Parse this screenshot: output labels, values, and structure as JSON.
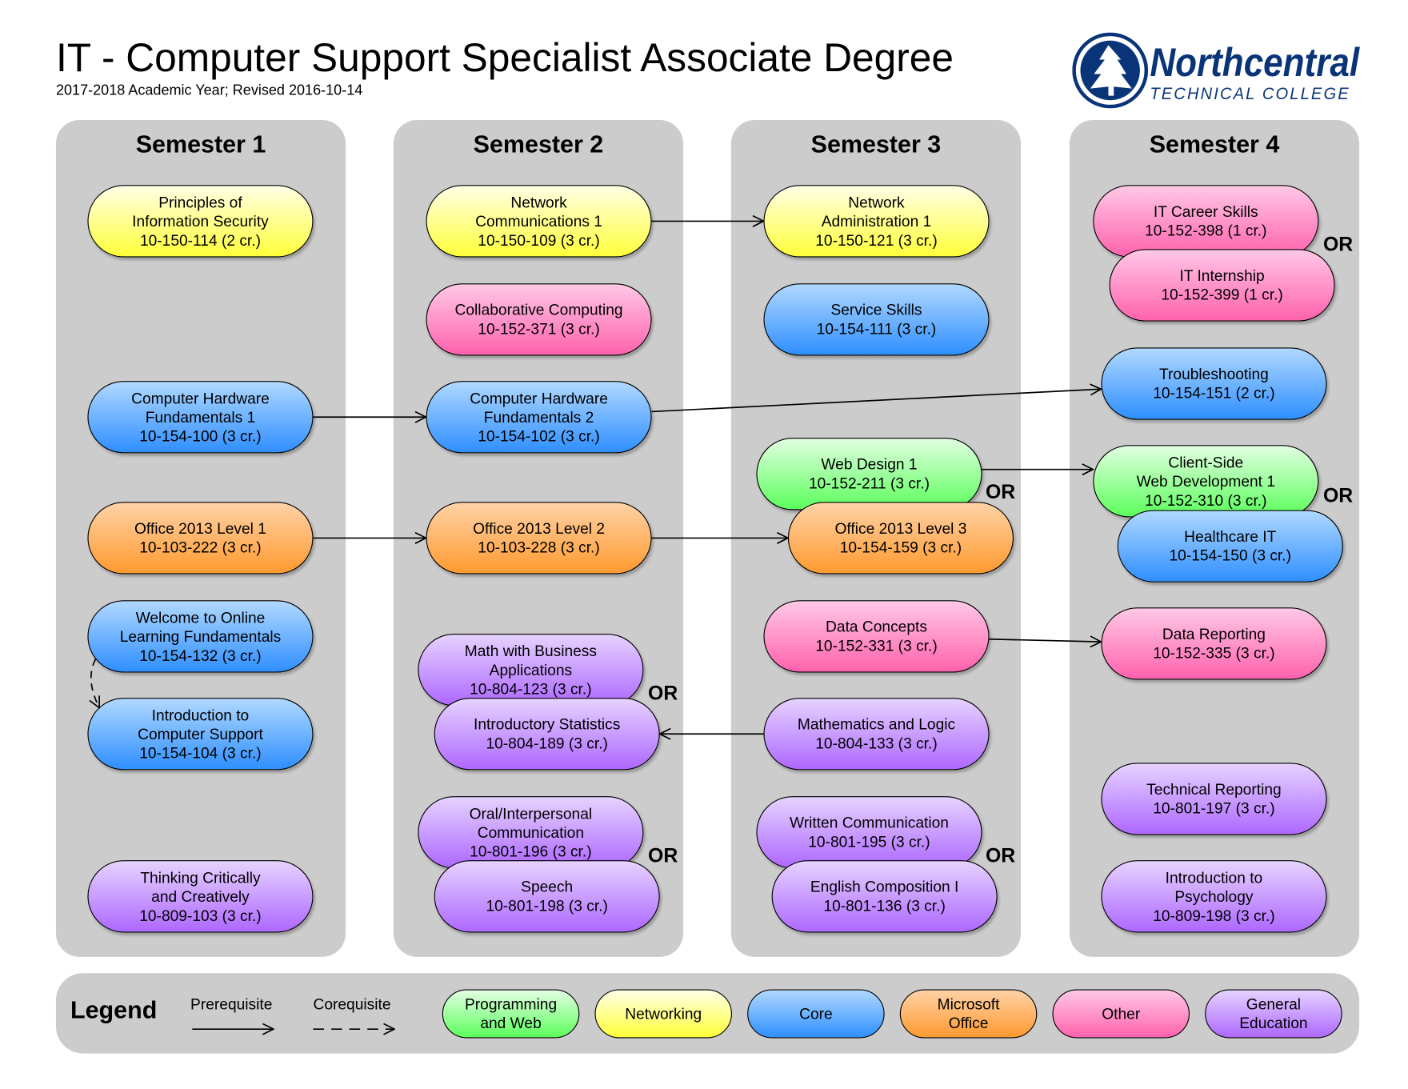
{
  "header": {
    "title": "IT - Computer Support Specialist Associate Degree",
    "subtitle": "2017-2018 Academic Year; Revised 2016-10-14",
    "logo_text": "Northcentral",
    "logo_subtext": "TECHNICAL COLLEGE"
  },
  "colors": {
    "programming": "#66ff66",
    "networking": "#ffff40",
    "core": "#3399ff",
    "office": "#ff9933",
    "other": "#ff66aa",
    "general": "#b070ff",
    "brand": "#0a3478"
  },
  "semesters": [
    {
      "label": "Semester 1",
      "courses": [
        {
          "text": "Principles of\nInformation Security\n10-150-114 (2 cr.)",
          "cat": "yellow"
        },
        {
          "text": "Computer Hardware\nFundamentals 1\n10-154-100 (3 cr.)",
          "cat": "blue"
        },
        {
          "text": "Office 2013 Level 1\n10-103-222 (3 cr.)",
          "cat": "orange"
        },
        {
          "text": "Welcome to Online\nLearning Fundamentals\n10-154-132 (3 cr.)",
          "cat": "blue"
        },
        {
          "text": "Introduction to\nComputer Support\n10-154-104 (3 cr.)",
          "cat": "blue"
        },
        {
          "text": "Thinking Critically\nand Creatively\n10-809-103 (3 cr.)",
          "cat": "purple"
        }
      ]
    },
    {
      "label": "Semester 2",
      "courses": [
        {
          "text": "Network\nCommunications 1\n10-150-109 (3 cr.)",
          "cat": "yellow"
        },
        {
          "text": "Collaborative Computing\n10-152-371 (3 cr.)",
          "cat": "pink"
        },
        {
          "text": "Computer Hardware\nFundamentals 2\n10-154-102 (3 cr.)",
          "cat": "blue"
        },
        {
          "text": "Office 2013 Level 2\n10-103-228 (3 cr.)",
          "cat": "orange"
        },
        {
          "text": "Math with Business\nApplications\n10-804-123 (3 cr.)",
          "cat": "purple"
        },
        {
          "text": "Introductory Statistics\n10-804-189 (3 cr.)",
          "cat": "purple"
        },
        {
          "text": "Oral/Interpersonal\nCommunication\n10-801-196 (3 cr.)",
          "cat": "purple"
        },
        {
          "text": "Speech\n10-801-198 (3 cr.)",
          "cat": "purple"
        }
      ]
    },
    {
      "label": "Semester 3",
      "courses": [
        {
          "text": "Network\nAdministration 1\n10-150-121 (3 cr.)",
          "cat": "yellow"
        },
        {
          "text": "Service Skills\n10-154-111 (3 cr.)",
          "cat": "blue"
        },
        {
          "text": "Web Design 1\n10-152-211 (3 cr.)",
          "cat": "green"
        },
        {
          "text": "Office 2013 Level 3\n10-154-159 (3 cr.)",
          "cat": "orange"
        },
        {
          "text": "Data Concepts\n10-152-331 (3 cr.)",
          "cat": "pink"
        },
        {
          "text": "Mathematics and Logic\n10-804-133 (3 cr.)",
          "cat": "purple"
        },
        {
          "text": "Written Communication\n10-801-195 (3 cr.)",
          "cat": "purple"
        },
        {
          "text": "English Composition I\n10-801-136 (3 cr.)",
          "cat": "purple"
        }
      ]
    },
    {
      "label": "Semester 4",
      "courses": [
        {
          "text": "IT Career Skills\n10-152-398 (1 cr.)",
          "cat": "pink"
        },
        {
          "text": "IT Internship\n10-152-399 (1 cr.)",
          "cat": "pink"
        },
        {
          "text": "Troubleshooting\n10-154-151 (2 cr.)",
          "cat": "blue"
        },
        {
          "text": "Client-Side\nWeb Development 1\n10-152-310 (3 cr.)",
          "cat": "green"
        },
        {
          "text": "Healthcare IT\n10-154-150 (3 cr.)",
          "cat": "blue"
        },
        {
          "text": "Data Reporting\n10-152-335 (3 cr.)",
          "cat": "pink"
        },
        {
          "text": "Technical Reporting\n10-801-197 (3 cr.)",
          "cat": "purple"
        },
        {
          "text": "Introduction to\nPsychology\n10-809-198 (3 cr.)",
          "cat": "purple"
        }
      ]
    }
  ],
  "or_label": "OR",
  "legend": {
    "title": "Legend",
    "prerequisite": "Prerequisite",
    "corequisite": "Corequisite",
    "items": [
      {
        "text": "Programming\nand Web",
        "cat": "green"
      },
      {
        "text": "Networking",
        "cat": "yellow"
      },
      {
        "text": "Core",
        "cat": "blue"
      },
      {
        "text": "Microsoft\nOffice",
        "cat": "orange"
      },
      {
        "text": "Other",
        "cat": "pink"
      },
      {
        "text": "General\nEducation",
        "cat": "purple"
      }
    ]
  }
}
